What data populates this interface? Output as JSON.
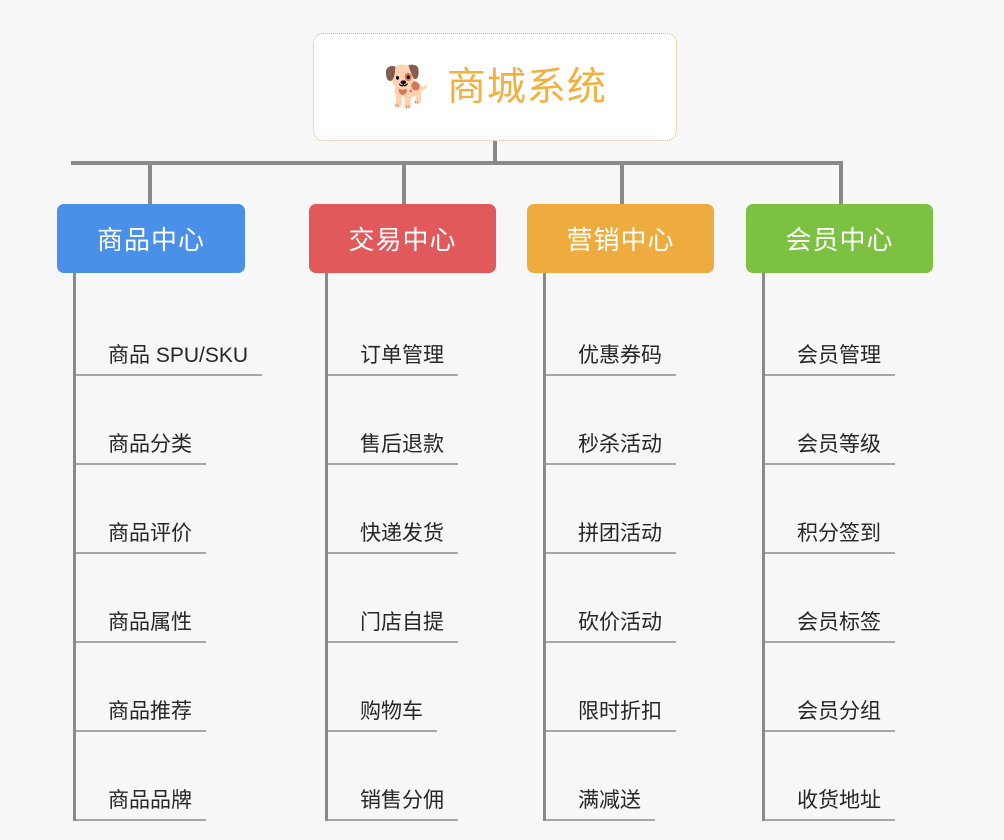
{
  "root": {
    "icon": "shiba-dog-face-emoji",
    "icon_glyph": "🐕",
    "title": "商城系统"
  },
  "colors": {
    "background": "#f7f7f7",
    "root_text": "#f2b03e",
    "root_border": "#eeb15a",
    "connector": "#8a8a8a",
    "leaf_text": "#262626",
    "leaf_underline": "#a6a6a6"
  },
  "branches": [
    {
      "label": "商品中心",
      "color": "#4a90e8",
      "leaves": [
        "商品 SPU/SKU",
        "商品分类",
        "商品评价",
        "商品属性",
        "商品推荐",
        "商品品牌"
      ]
    },
    {
      "label": "交易中心",
      "color": "#e2595b",
      "leaves": [
        "订单管理",
        "售后退款",
        "快递发货",
        "门店自提",
        "购物车",
        "销售分佣"
      ]
    },
    {
      "label": "营销中心",
      "color": "#eeab3e",
      "leaves": [
        "优惠券码",
        "秒杀活动",
        "拼团活动",
        "砍价活动",
        "限时折扣",
        "满减送"
      ]
    },
    {
      "label": "会员中心",
      "color": "#7cc142",
      "leaves": [
        "会员管理",
        "会员等级",
        "积分签到",
        "会员标签",
        "会员分组",
        "收货地址"
      ]
    }
  ]
}
